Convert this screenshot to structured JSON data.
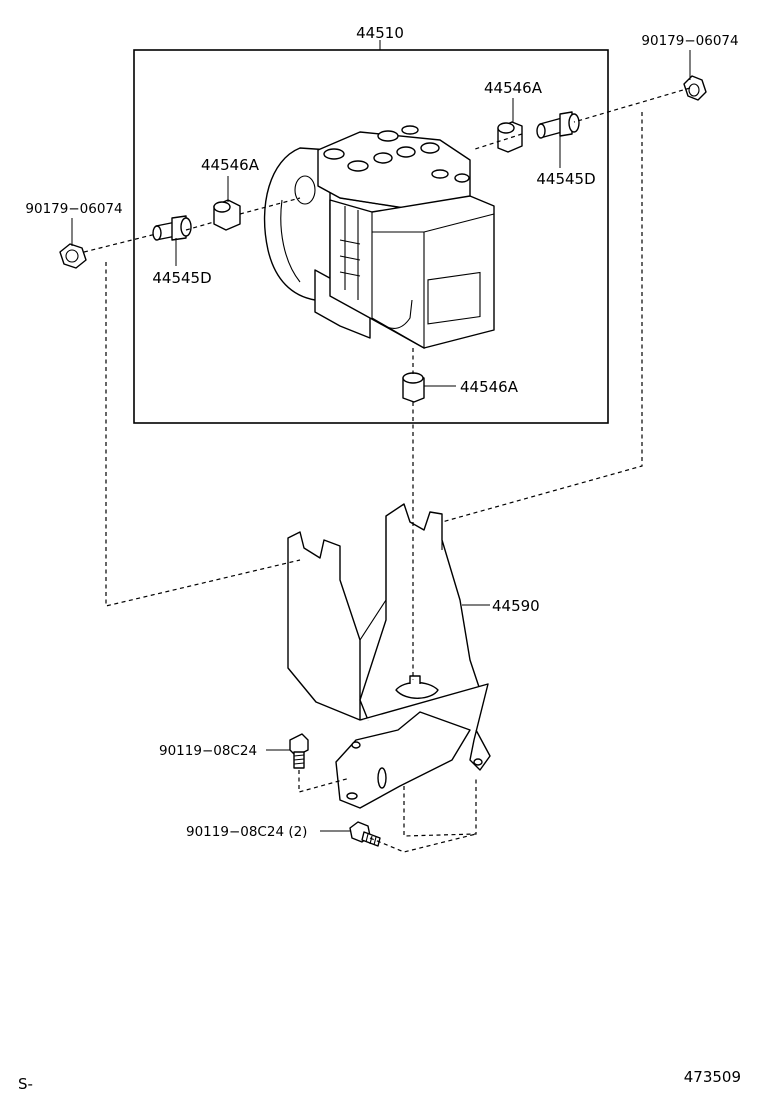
{
  "labels": {
    "assembly_44510": "44510",
    "nut_top_right": "90179−06074",
    "nut_left": "90179−06074",
    "cushion_top": "44546A",
    "cushion_left": "44546A",
    "cushion_bottom": "44546A",
    "bolt_right": "44545D",
    "bolt_left": "44545D",
    "bracket_44590": "44590",
    "bolt_single": "90119−08C24",
    "bolt_double": "90119−08C24 (2)"
  },
  "footer": {
    "left_code": "S-",
    "diagram_number": "473509"
  }
}
